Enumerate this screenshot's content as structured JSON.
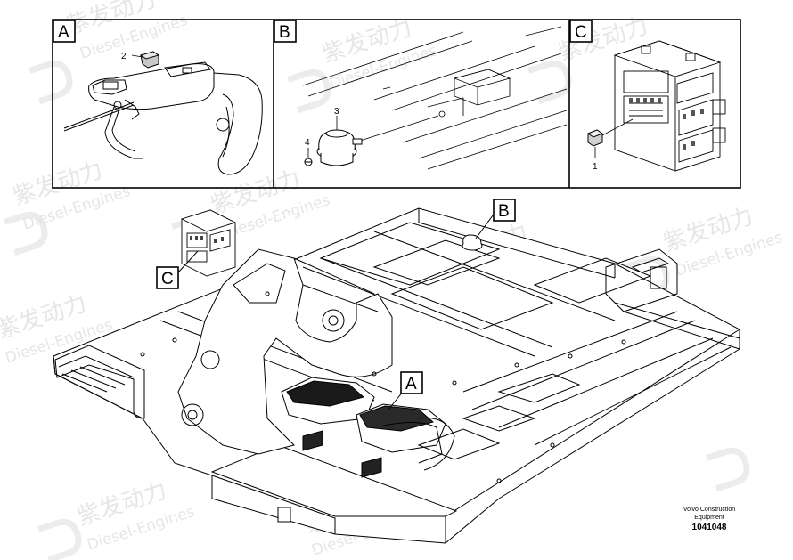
{
  "panels": [
    {
      "id": "A",
      "label": "A"
    },
    {
      "id": "B",
      "label": "B"
    },
    {
      "id": "C",
      "label": "C"
    }
  ],
  "callouts": {
    "a_part": "2",
    "b_part_top": "3",
    "b_part_bottom": "4",
    "c_part": "1"
  },
  "main_labels": {
    "a": "A",
    "b": "B",
    "c": "C"
  },
  "watermark": {
    "cn": "紫发动力",
    "en": "Diesel-Engines"
  },
  "footer": {
    "line1": "Volvo Construction",
    "line2": "Equipment",
    "doc_number": "1041048"
  }
}
